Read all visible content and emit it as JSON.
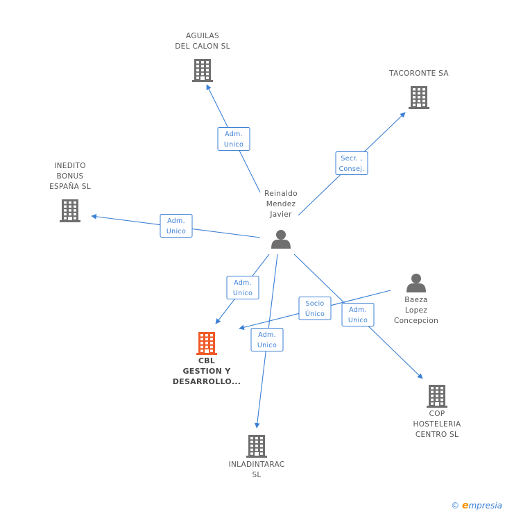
{
  "nodes": [
    {
      "id": "reinaldo",
      "type": "person",
      "label": [
        "Reinaldo",
        "Mendez",
        "Javier"
      ]
    },
    {
      "id": "baeza",
      "type": "person",
      "label": [
        "Baeza",
        "Lopez",
        "Concepcion"
      ]
    },
    {
      "id": "aguilas",
      "type": "company",
      "label": [
        "AGUILAS",
        "DEL CALON SL"
      ]
    },
    {
      "id": "tacoronte",
      "type": "company",
      "label": [
        "TACORONTE SA"
      ]
    },
    {
      "id": "inedito",
      "type": "company",
      "label": [
        "INEDITO",
        "BONUS",
        "ESPAÑA SL"
      ]
    },
    {
      "id": "cbl",
      "type": "company-main",
      "label": [
        "CBL",
        "GESTION Y",
        "DESARROLLO..."
      ]
    },
    {
      "id": "inladintarac",
      "type": "company",
      "label": [
        "INLADINTARAC",
        "SL"
      ]
    },
    {
      "id": "cop",
      "type": "company",
      "label": [
        "COP",
        "HOSTELERIA",
        "CENTRO SL"
      ]
    }
  ],
  "edges": [
    {
      "from": "reinaldo",
      "to": "aguilas",
      "label": [
        "Adm.",
        "Unico"
      ]
    },
    {
      "from": "reinaldo",
      "to": "tacoronte",
      "label": [
        "Secr. ,",
        "Consej."
      ]
    },
    {
      "from": "reinaldo",
      "to": "inedito",
      "label": [
        "Adm.",
        "Unico"
      ]
    },
    {
      "from": "reinaldo",
      "to": "cbl",
      "label": [
        "Adm.",
        "Unico"
      ]
    },
    {
      "from": "baeza",
      "to": "cbl",
      "label": [
        "Socio",
        "Único"
      ]
    },
    {
      "from": "reinaldo",
      "to": "inladintarac",
      "label": [
        "Adm.",
        "Unico"
      ]
    },
    {
      "from": "reinaldo",
      "to": "cop",
      "label": [
        "Adm.",
        "Unico"
      ]
    }
  ],
  "colors": {
    "edge": "#3a7fd5",
    "company": "#6f6f6f",
    "main_company": "#f05a28",
    "person": "#6f6f6f"
  },
  "brand": {
    "copyright": "©",
    "initial": "e",
    "rest": "mpresia"
  }
}
